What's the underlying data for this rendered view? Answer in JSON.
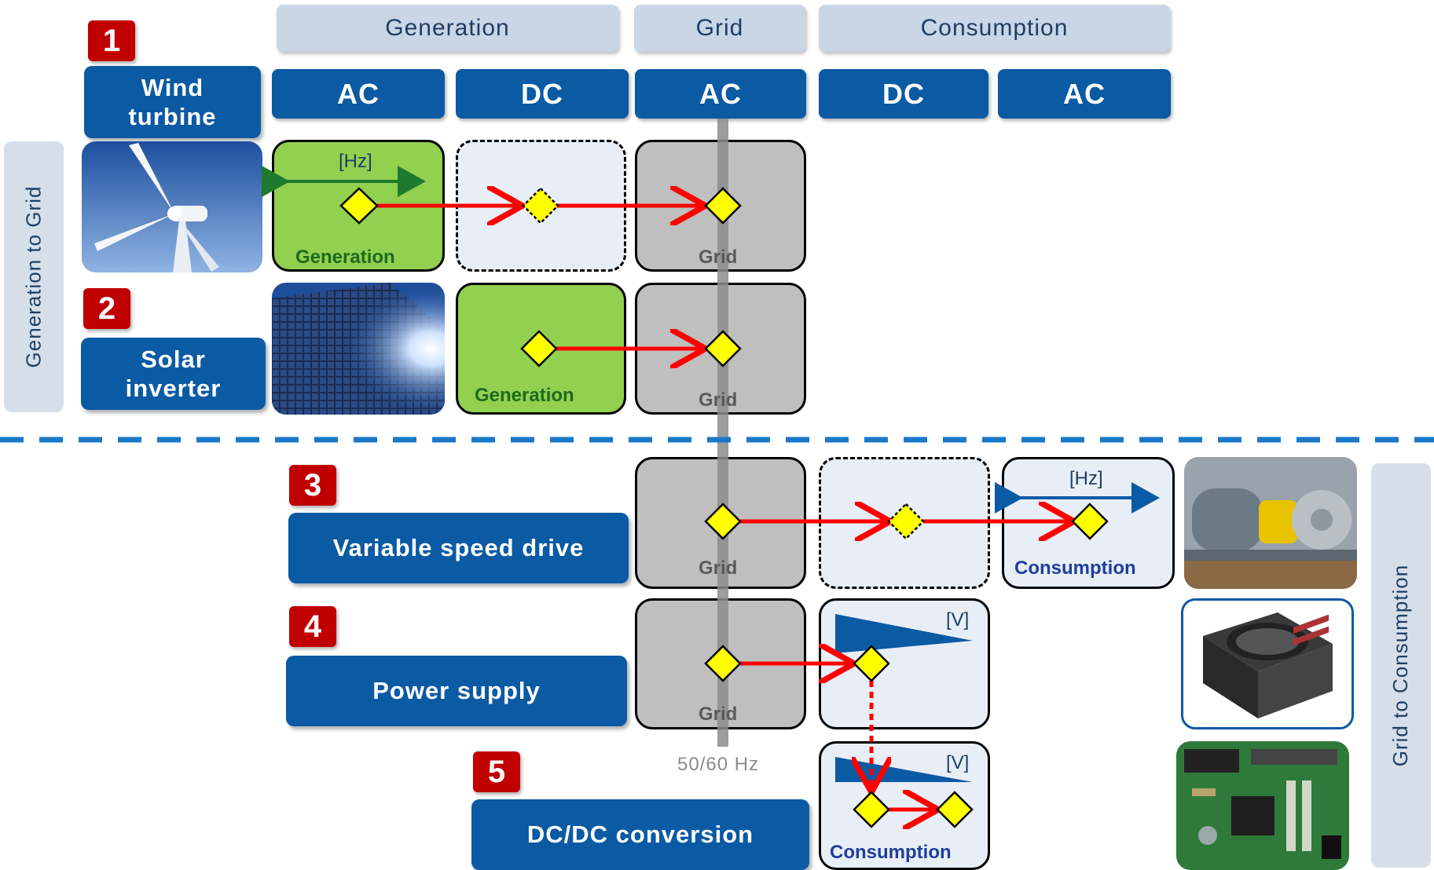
{
  "categories": {
    "generation": "Generation",
    "grid": "Grid",
    "consumption": "Consumption"
  },
  "headers": [
    "AC",
    "DC",
    "AC",
    "DC",
    "AC"
  ],
  "side_labels": {
    "left": "Generation to Grid",
    "right": "Grid to Consumption"
  },
  "applications": [
    {
      "number": "1",
      "name": "Wind turbine"
    },
    {
      "number": "2",
      "name": "Solar inverter"
    },
    {
      "number": "3",
      "name": "Variable speed drive"
    },
    {
      "number": "4",
      "name": "Power supply"
    },
    {
      "number": "5",
      "name": "DC/DC conversion"
    }
  ],
  "box_labels": {
    "generation": "Generation",
    "grid": "Grid",
    "consumption": "Consumption"
  },
  "units": {
    "hz": "[Hz]",
    "v": "[V]"
  },
  "grid_frequency": "50/60 Hz",
  "colors": {
    "header_blue": "#0b5aa4",
    "category_bg": "#c8d6e5",
    "number_red": "#c00000",
    "generation_green": "#92d050",
    "grid_grey": "#bfbfbf",
    "flow_arrow": "#ff0000",
    "node_yellow": "#ffff00",
    "separator": "#1a78c8"
  },
  "icons": [
    "wind-turbine-photo",
    "solar-panel-photo",
    "pump-motor-photo",
    "psu-photo",
    "circuit-board-photo"
  ]
}
